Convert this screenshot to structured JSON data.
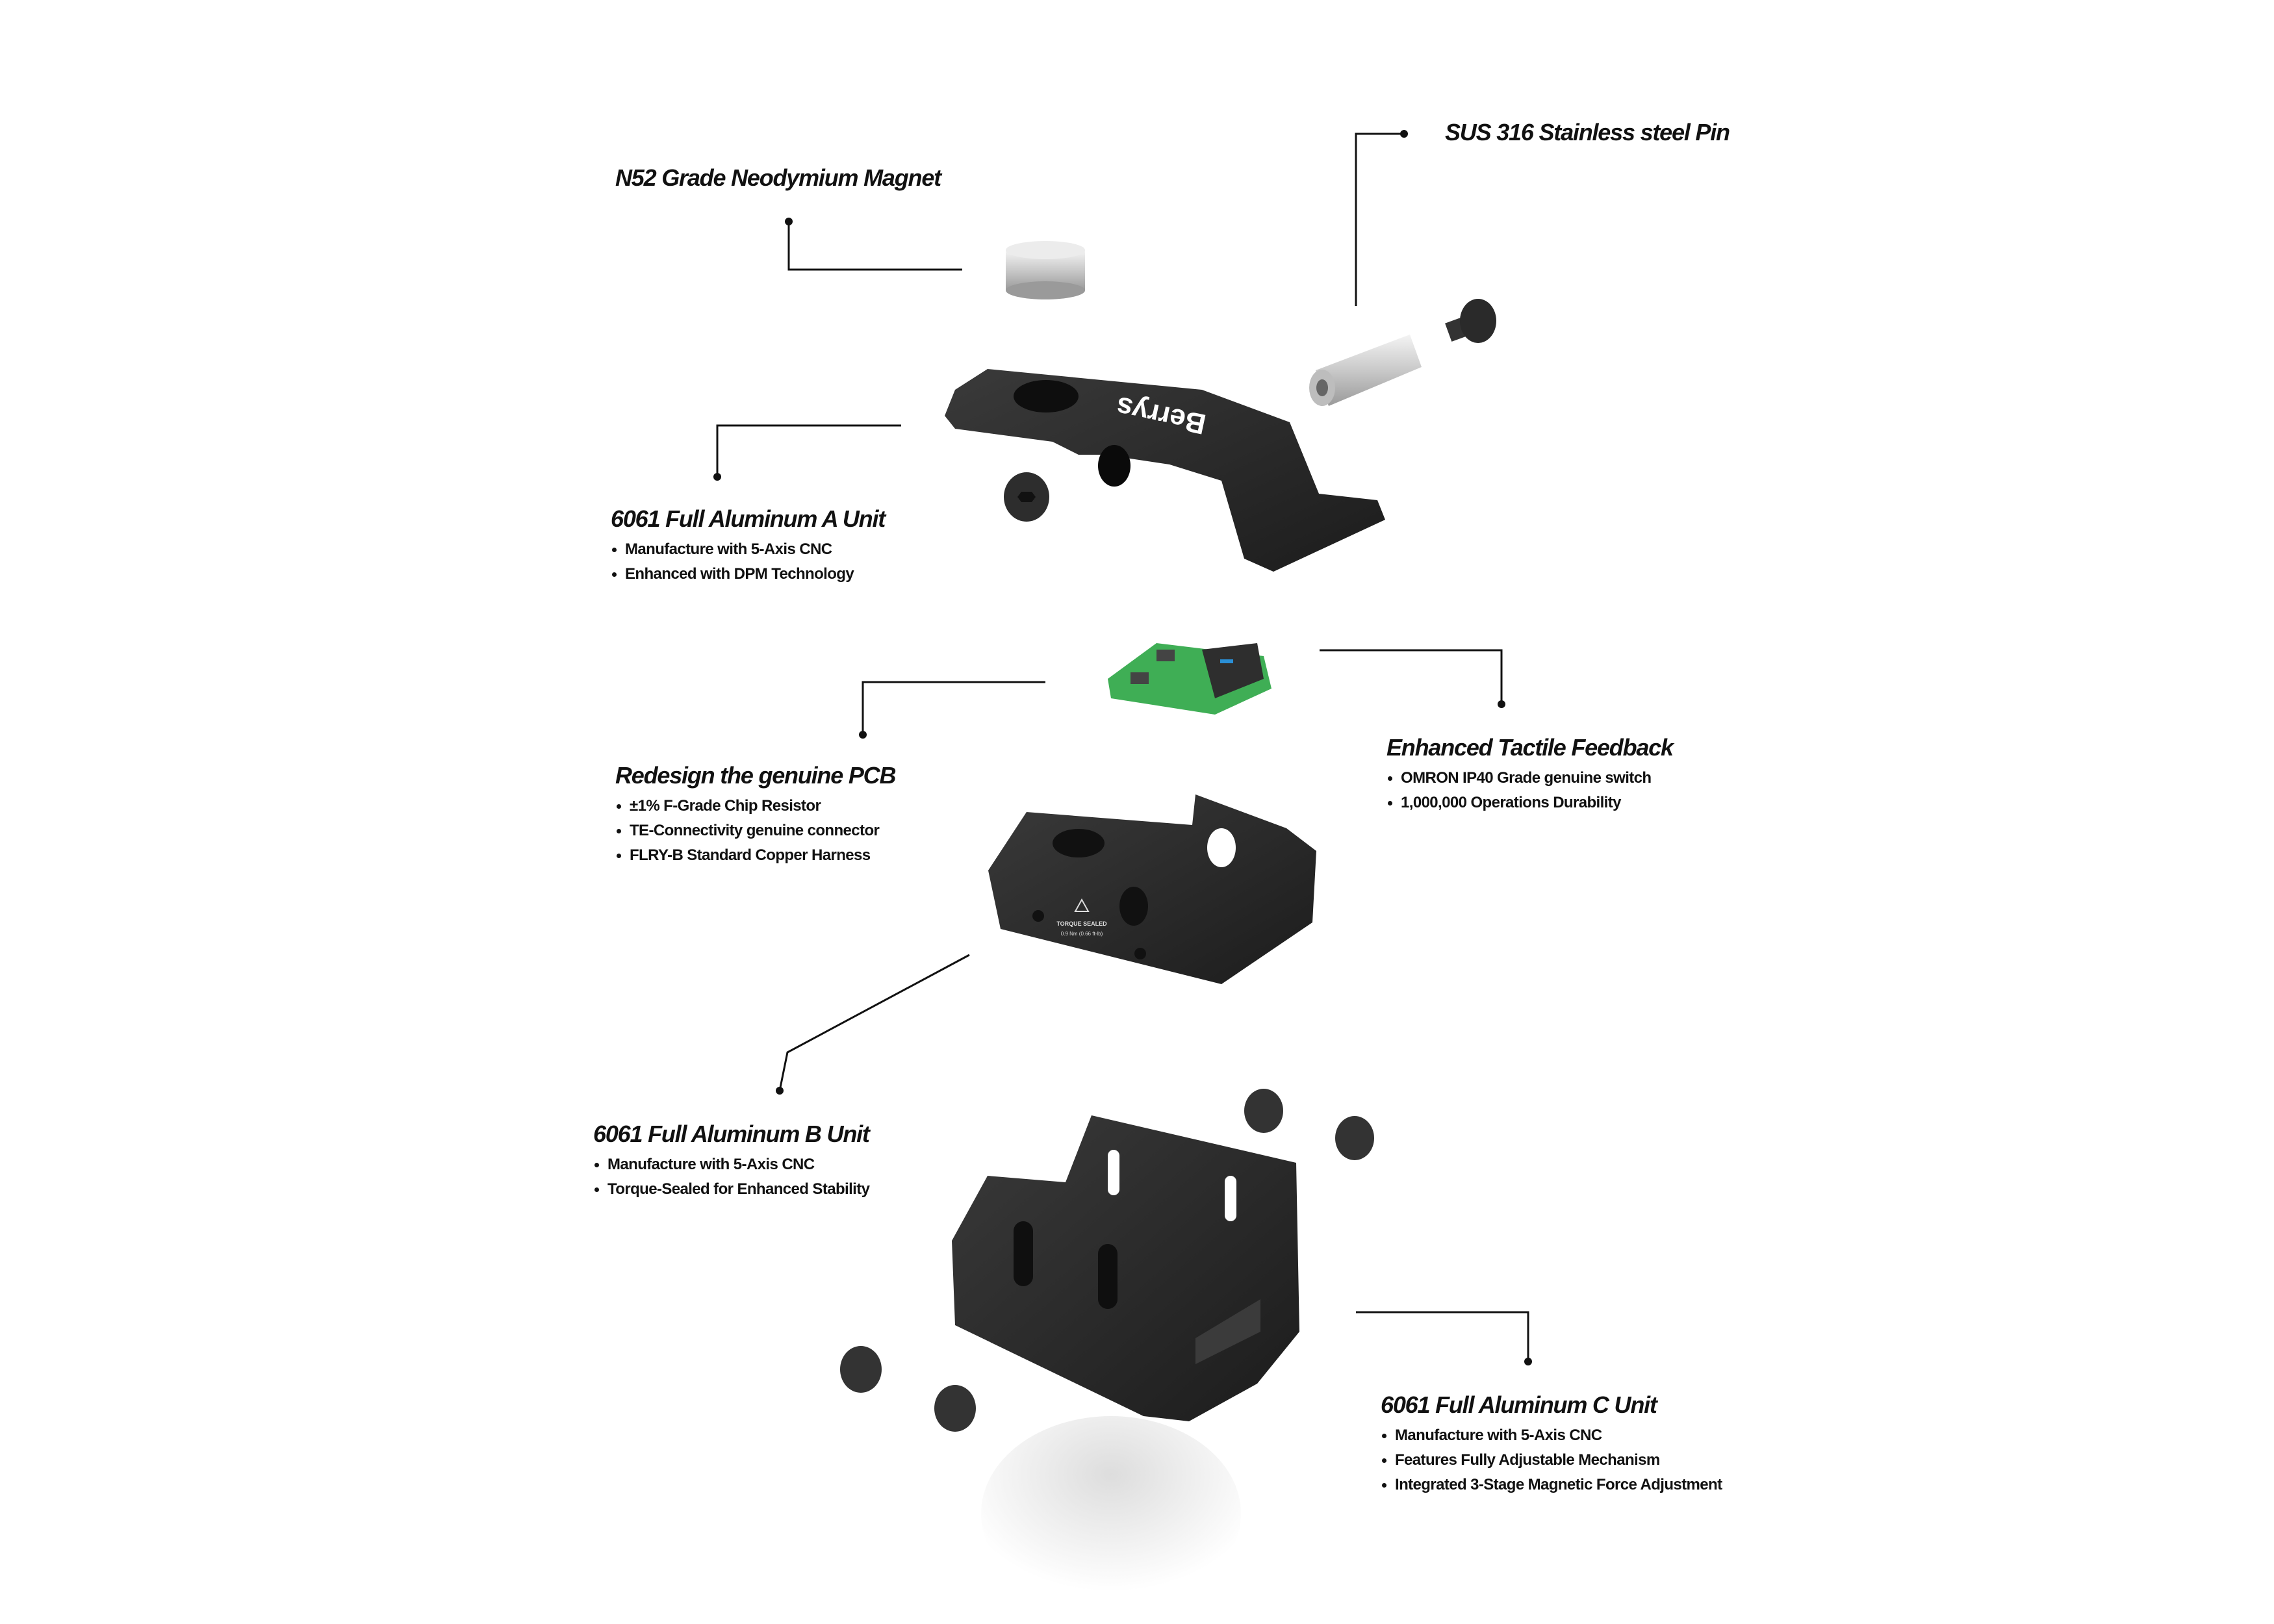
{
  "brand_logo": "Berrys",
  "torque_label": {
    "title": "TORQUE SEALED",
    "spec": "0.9 Nm (0.66 ft-lb)"
  },
  "callouts": {
    "magnet": {
      "title": "N52 Grade Neodymium Magnet"
    },
    "pin": {
      "title": "SUS 316 Stainless steel Pin"
    },
    "a_unit": {
      "title": "6061 Full Aluminum  A Unit",
      "bullets": [
        "Manufacture with 5-Axis CNC",
        "Enhanced with DPM Technology"
      ]
    },
    "pcb": {
      "title": "Redesign the genuine PCB",
      "bullets": [
        "±1% F-Grade Chip Resistor",
        "TE-Connectivity genuine connector",
        "FLRY-B Standard Copper Harness"
      ]
    },
    "tactile": {
      "title": "Enhanced Tactile Feedback",
      "bullets": [
        "OMRON IP40 Grade genuine switch",
        "1,000,000 Operations Durability"
      ]
    },
    "b_unit": {
      "title": "6061 Full Aluminum  B Unit",
      "bullets": [
        "Manufacture with 5-Axis CNC",
        "Torque-Sealed for Enhanced Stability"
      ]
    },
    "c_unit": {
      "title": "6061 Full Aluminum C Unit",
      "bullets": [
        "Manufacture with 5-Axis CNC",
        "Features Fully Adjustable Mechanism",
        "Integrated 3-Stage Magnetic Force Adjustment"
      ]
    }
  },
  "colors": {
    "anodized": "#2b2b2b",
    "pcb": "#3fae55",
    "steel": "#d8d8d8",
    "line": "#111111"
  }
}
